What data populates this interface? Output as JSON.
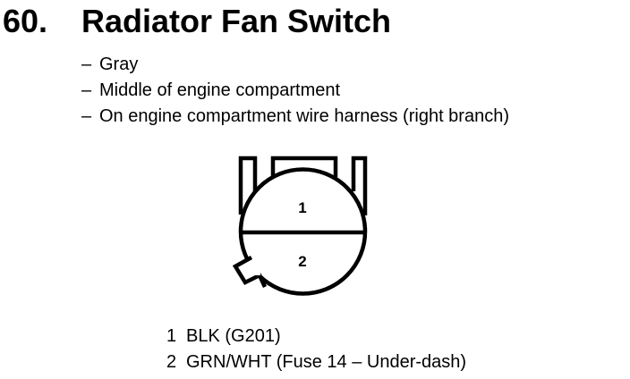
{
  "heading": {
    "number": "60.",
    "title": "Radiator Fan Switch"
  },
  "details": [
    {
      "dash": "–",
      "text": "Gray"
    },
    {
      "dash": "–",
      "text": "Middle of engine compartment"
    },
    {
      "dash": "–",
      "text": "On engine compartment wire harness (right branch)"
    }
  ],
  "connector": {
    "terminal_1": "1",
    "terminal_2": "2"
  },
  "pinout": [
    {
      "pin": "1",
      "wire": "BLK (G201)"
    },
    {
      "pin": "2",
      "wire": "GRN/WHT (Fuse 14 – Under-dash)"
    }
  ]
}
